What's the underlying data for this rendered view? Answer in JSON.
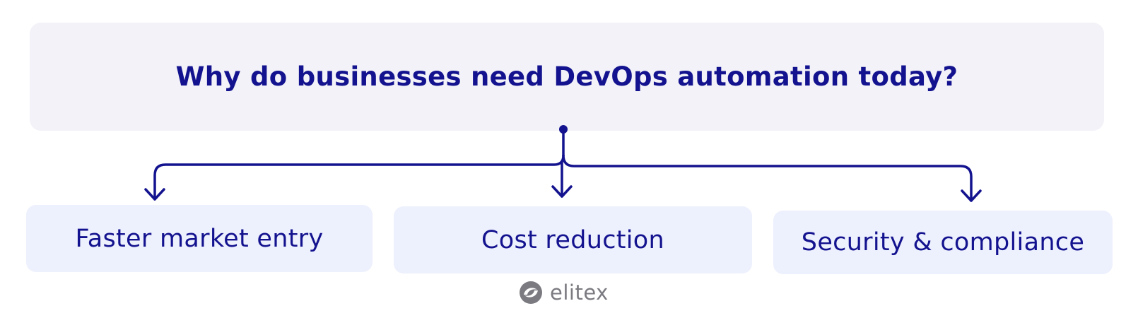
{
  "header": {
    "title": "Why do businesses need DevOps automation today?"
  },
  "branches": [
    {
      "label": "Faster market entry"
    },
    {
      "label": "Cost reduction"
    },
    {
      "label": "Security & compliance"
    }
  ],
  "brand": {
    "name": "elitex",
    "logo_icon": "elitex-swirl-logo-icon"
  },
  "colors": {
    "text": "#14138f",
    "connector": "#14138f",
    "header_bg": "#f2f2f8",
    "branch_bg": "#edf0fd",
    "brand_gray": "#7a7a80"
  }
}
